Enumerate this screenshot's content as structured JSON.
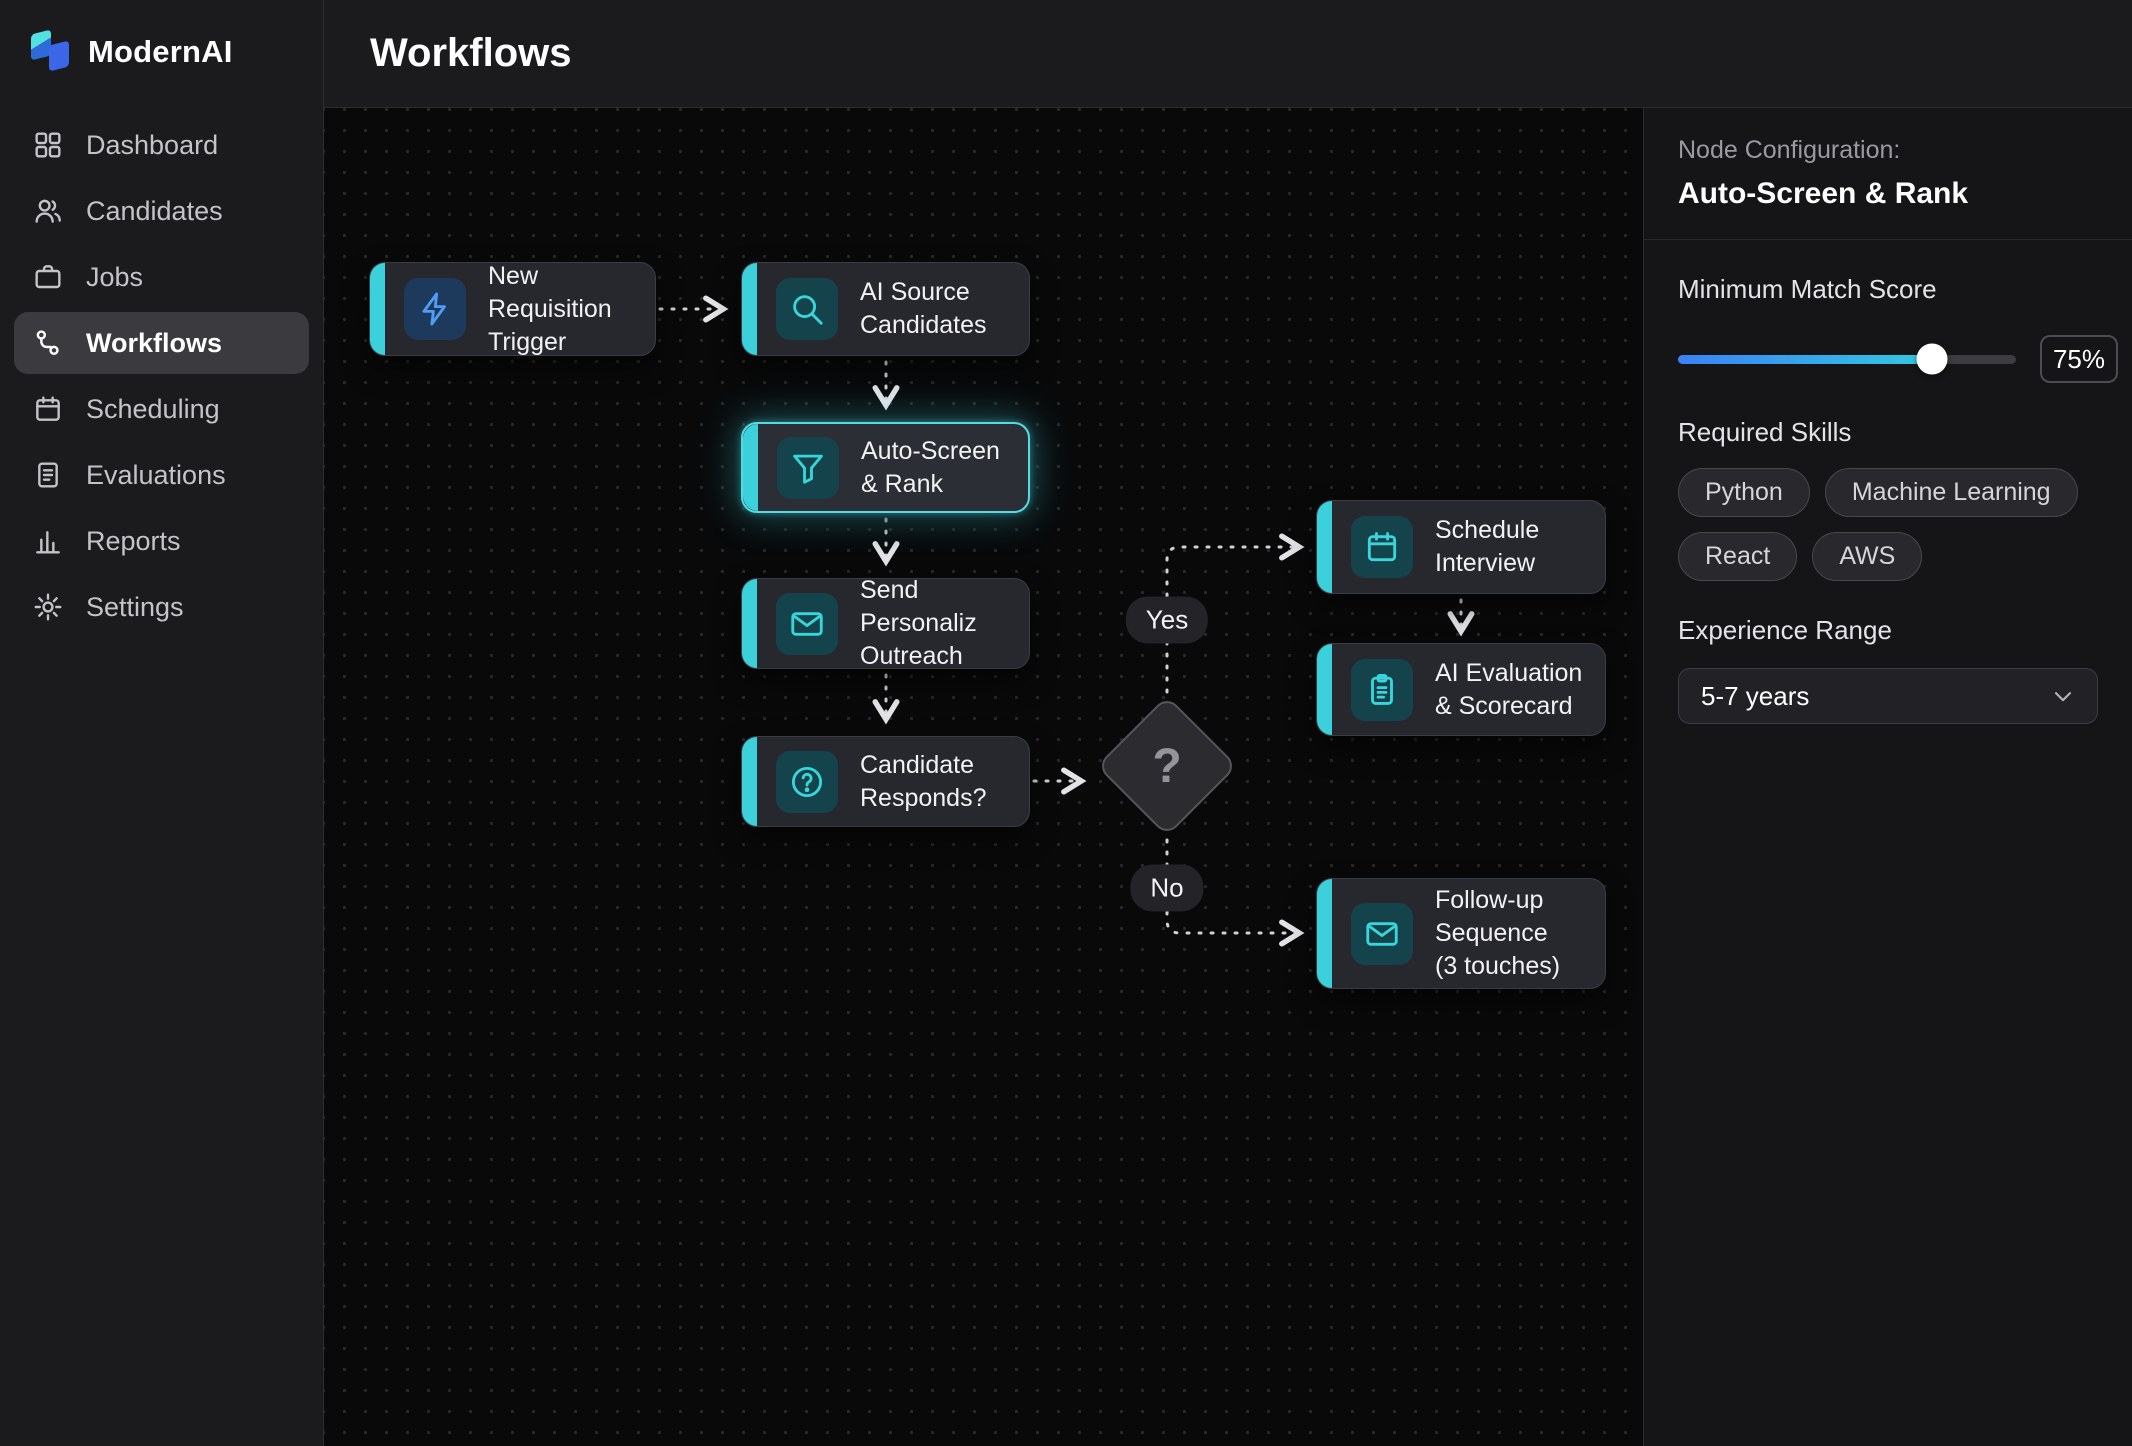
{
  "brand": {
    "name": "ModernAI"
  },
  "sidebar": {
    "items": [
      {
        "label": "Dashboard",
        "icon": "dashboard-icon",
        "active": false
      },
      {
        "label": "Candidates",
        "icon": "candidates-icon",
        "active": false
      },
      {
        "label": "Jobs",
        "icon": "briefcase-icon",
        "active": false
      },
      {
        "label": "Workflows",
        "icon": "workflow-icon",
        "active": true
      },
      {
        "label": "Scheduling",
        "icon": "calendar-icon",
        "active": false
      },
      {
        "label": "Evaluations",
        "icon": "document-icon",
        "active": false
      },
      {
        "label": "Reports",
        "icon": "bar-chart-icon",
        "active": false
      },
      {
        "label": "Settings",
        "icon": "gear-icon",
        "active": false
      }
    ]
  },
  "header": {
    "title": "Workflows"
  },
  "canvas": {
    "nodes": [
      {
        "id": "trigger",
        "label": "New Requisition\nTrigger",
        "icon": "lightning-icon",
        "selected": false
      },
      {
        "id": "source",
        "label": "AI Source\nCandidates",
        "icon": "search-icon",
        "selected": false
      },
      {
        "id": "screen",
        "label": "Auto-Screen\n& Rank",
        "icon": "funnel-icon",
        "selected": true
      },
      {
        "id": "outreach",
        "label": "Send Personaliz\nOutreach",
        "icon": "mail-icon",
        "selected": false
      },
      {
        "id": "responds",
        "label": "Candidate\nResponds?",
        "icon": "help-circle-icon",
        "selected": false
      },
      {
        "id": "schedule",
        "label": "Schedule\nInterview",
        "icon": "calendar-icon",
        "selected": false
      },
      {
        "id": "evaluate",
        "label": "AI Evaluation\n& Scorecard",
        "icon": "clipboard-icon",
        "selected": false
      },
      {
        "id": "followup",
        "label": "Follow-up\nSequence\n(3 touches)",
        "icon": "mail-icon",
        "selected": false
      }
    ],
    "decision": {
      "label": "?"
    },
    "edge_labels": {
      "yes": "Yes",
      "no": "No"
    }
  },
  "config_panel": {
    "kicker": "Node Configuration:",
    "node_name": "Auto-Screen & Rank",
    "match_score": {
      "label": "Minimum Match Score",
      "percent": 75,
      "value": "75%"
    },
    "skills": {
      "label": "Required Skills",
      "items": [
        "Python",
        "Machine Learning",
        "React",
        "AWS"
      ]
    },
    "experience": {
      "label": "Experience Range",
      "value": "5-7 years"
    }
  },
  "colors": {
    "accent_teal": "#3bd0da",
    "selected_glow": "#55dae4",
    "icon_blue": "#4f9cf9",
    "slider_start": "#3b82f6",
    "slider_end": "#33c9e0",
    "sidebar_bg": "#1b1b1d",
    "canvas_bg": "#09090a",
    "panel_bg": "#151517",
    "node_bg": "#26282d"
  }
}
